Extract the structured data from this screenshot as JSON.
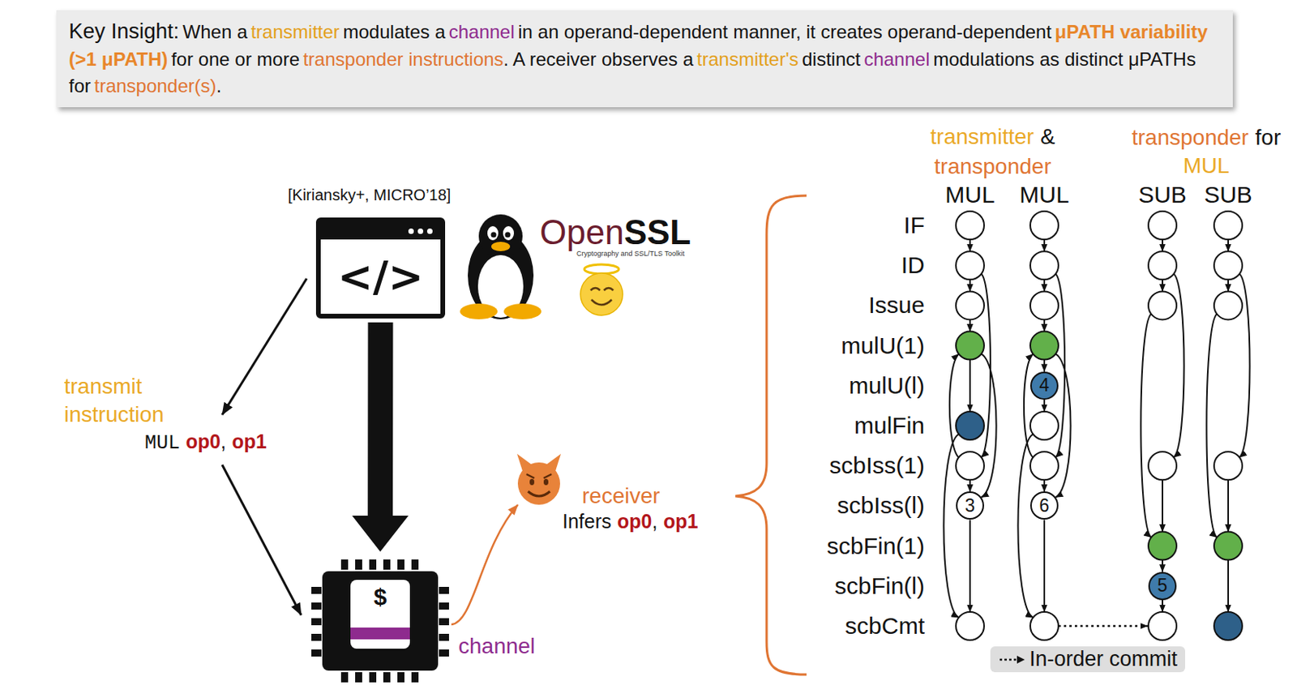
{
  "diagram": {
    "nodes": [
      {
        "text": [
          "Key Insight:",
          "When a",
          "transmitter",
          "modulates a",
          "channel",
          "in an operand-dependent manner, it creates operand-dependent",
          "μPATH variability (>1 μPATH)",
          "for one or more",
          "transponder instructions",
          ". A receiver observes a",
          "transmitter's",
          "distinct",
          "channel",
          "modulations as distinct μPATHs for",
          "transponder(s)",
          "."
        ]
      },
      {
        "text": [
          "</>"
        ]
      },
      {
        "text": [
          "$"
        ]
      },
      {
        "text": [
          "3"
        ]
      },
      {
        "text": [
          "4"
        ]
      },
      {
        "text": [
          "6"
        ]
      },
      {
        "text": [
          "5"
        ]
      }
    ],
    "edges": [
      {
        "from": 1,
        "to": 2,
        "arrow": "to"
      }
    ],
    "labels": [
      "[Kiriansky+, MICRO’18]",
      "Open",
      "SSL",
      "Cryptography and SSL/TLS Toolkit",
      "transmit instruction",
      "MUL",
      "op0",
      ",",
      "op1",
      "channel",
      "receiver",
      "Infers",
      "op0",
      ",",
      "op1",
      "transmitter",
      "&",
      "transponder",
      "MUL",
      "MUL",
      "transponder",
      "for",
      "MUL",
      "SUB",
      "SUB",
      "IF",
      "ID",
      "Issue",
      "mulU(1)",
      "mulU(l)",
      "mulFin",
      "scbIss(1)",
      "scbIss(l)",
      "scbFin(1)",
      "scbFin(l)",
      "scbCmt"
    ],
    "legend": [
      {
        "text": "In-order commit"
      }
    ]
  }
}
